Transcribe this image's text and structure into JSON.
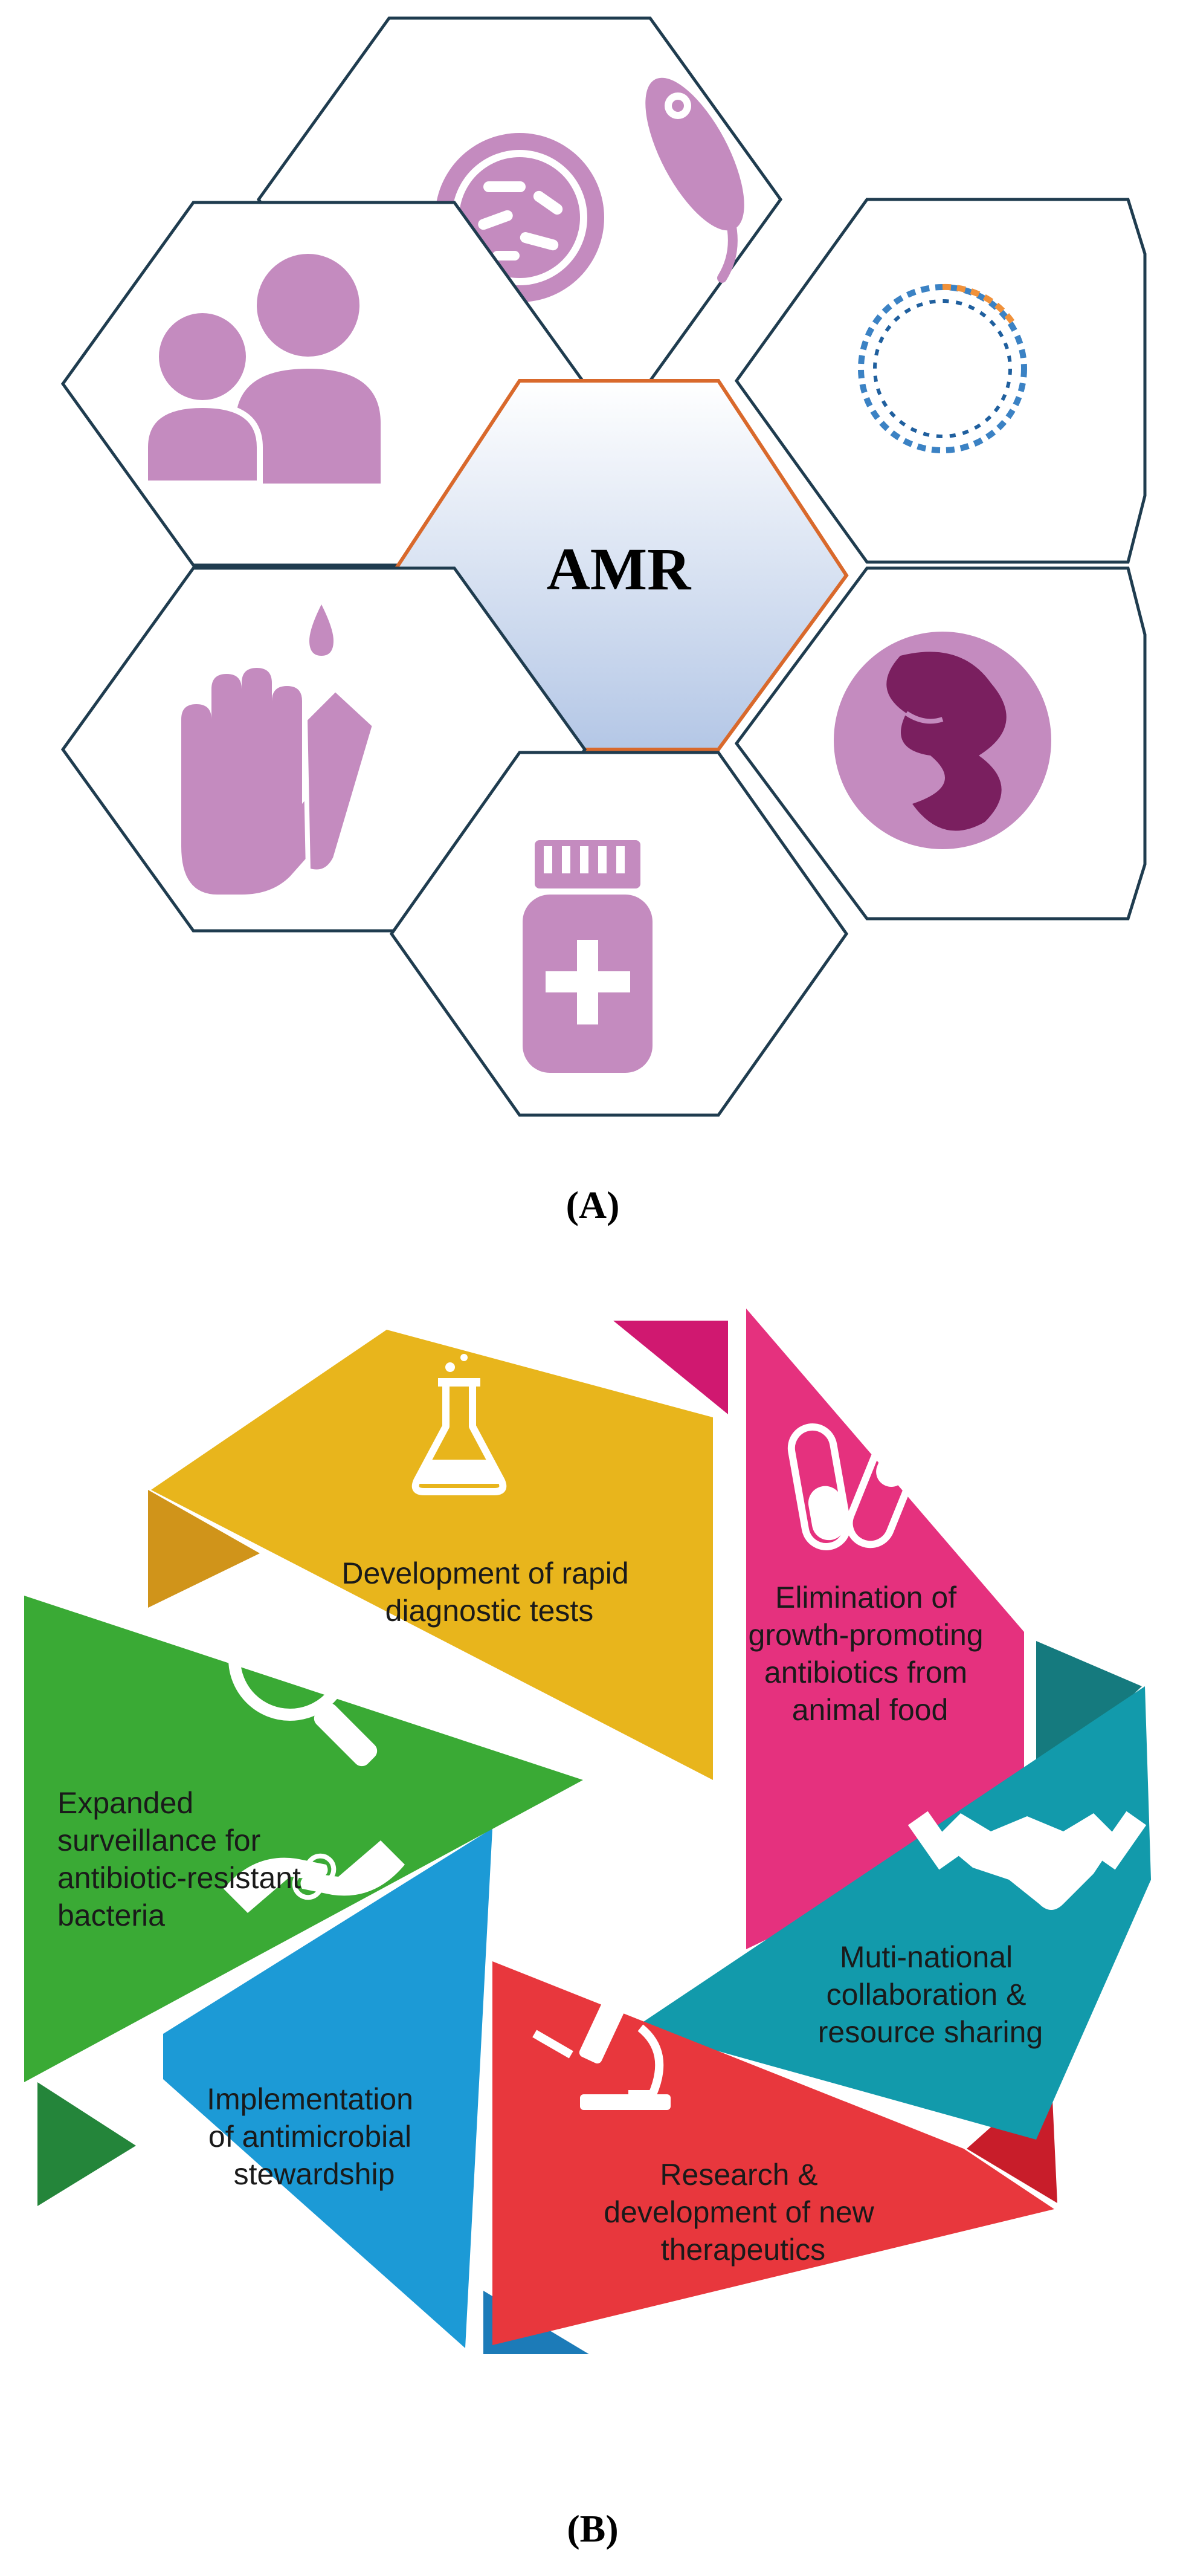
{
  "panel_a": {
    "center_label": "AMR",
    "caption": "(A)",
    "icons": [
      "bacteria-icon",
      "dna-plasmid-icon",
      "cell-icon",
      "medicine-bottle-icon",
      "hand-drop-icon",
      "people-icon"
    ],
    "colors": {
      "hex_stroke": "#1f3c4f",
      "center_stroke": "#d9692c",
      "icon": "#c48bbf",
      "icon_dark": "#7a1f5f"
    }
  },
  "panel_b": {
    "caption": "(B)",
    "segments": [
      {
        "label_lines": [
          "Development of rapid",
          "diagnostic tests"
        ],
        "color": "#e8b51c",
        "icon": "flask-icon"
      },
      {
        "label_lines": [
          "Elimination of",
          "growth-promoting",
          "antibiotics from",
          "animal food"
        ],
        "color": "#e5317e",
        "icon": "capsules-icon"
      },
      {
        "label_lines": [
          "Muti-national",
          "collaboration &",
          "resource sharing"
        ],
        "color": "#129aab",
        "icon": "handshake-icon"
      },
      {
        "label_lines": [
          "Research &",
          "development of new",
          "therapeutics"
        ],
        "color": "#e8373d",
        "icon": "microscope-icon"
      },
      {
        "label_lines": [
          "Implementation",
          "of antimicrobial",
          "stewardship"
        ],
        "color": "#1c9ad6",
        "icon": "hands-pill-icon"
      },
      {
        "label_lines": [
          "Expanded",
          "surveillance for",
          "antibiotic-resistant",
          "bacteria"
        ],
        "color": "#3aaa35",
        "icon": "magnifier-icon"
      }
    ]
  }
}
